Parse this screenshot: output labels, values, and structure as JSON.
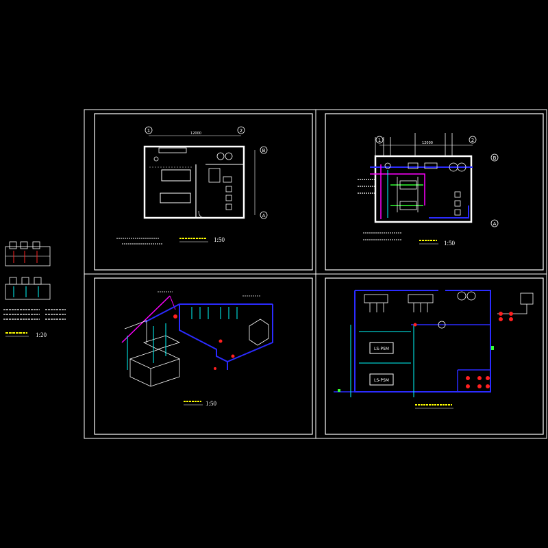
{
  "left_block": {
    "scale": "1:20"
  },
  "panels": {
    "floor_plan": {
      "scale": "1:50",
      "axis_labels": [
        "1",
        "2",
        "B",
        "A"
      ],
      "dimension": "12000"
    },
    "pipe_plan": {
      "scale": "1:50",
      "axis_labels": [
        "1",
        "2",
        "B",
        "A"
      ],
      "dimension": "12000"
    },
    "isometric": {
      "scale": "1:50"
    },
    "schematic": {
      "equipment_labels": [
        "LS-PSM",
        "LS-PSM"
      ]
    }
  },
  "colors": {
    "background": "#000000",
    "frame": "#ffffff",
    "pipe_blue": "#2b2bff",
    "pipe_cyan": "#00ffff",
    "pipe_magenta": "#ff00ff",
    "pipe_green": "#33ff33",
    "valve_red": "#ff2020",
    "marker_yellow": "#ffff00"
  }
}
